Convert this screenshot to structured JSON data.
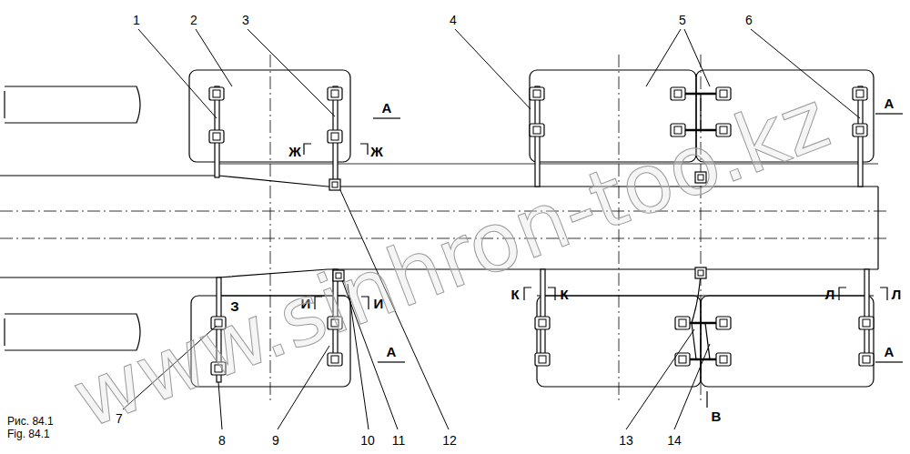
{
  "diagram": {
    "caption": "Рис. 84.1 Fig. 84.1",
    "labels": [
      "1",
      "2",
      "3",
      "4",
      "5",
      "6",
      "А",
      "А",
      "Ж",
      "Ж",
      "З",
      "И",
      "И",
      "К",
      "К",
      "Л",
      "Л",
      "А",
      "А",
      "В",
      "7",
      "8",
      "9",
      "10",
      "11",
      "12",
      "13",
      "14",
      "www.sinhron-too.kz"
    ]
  }
}
